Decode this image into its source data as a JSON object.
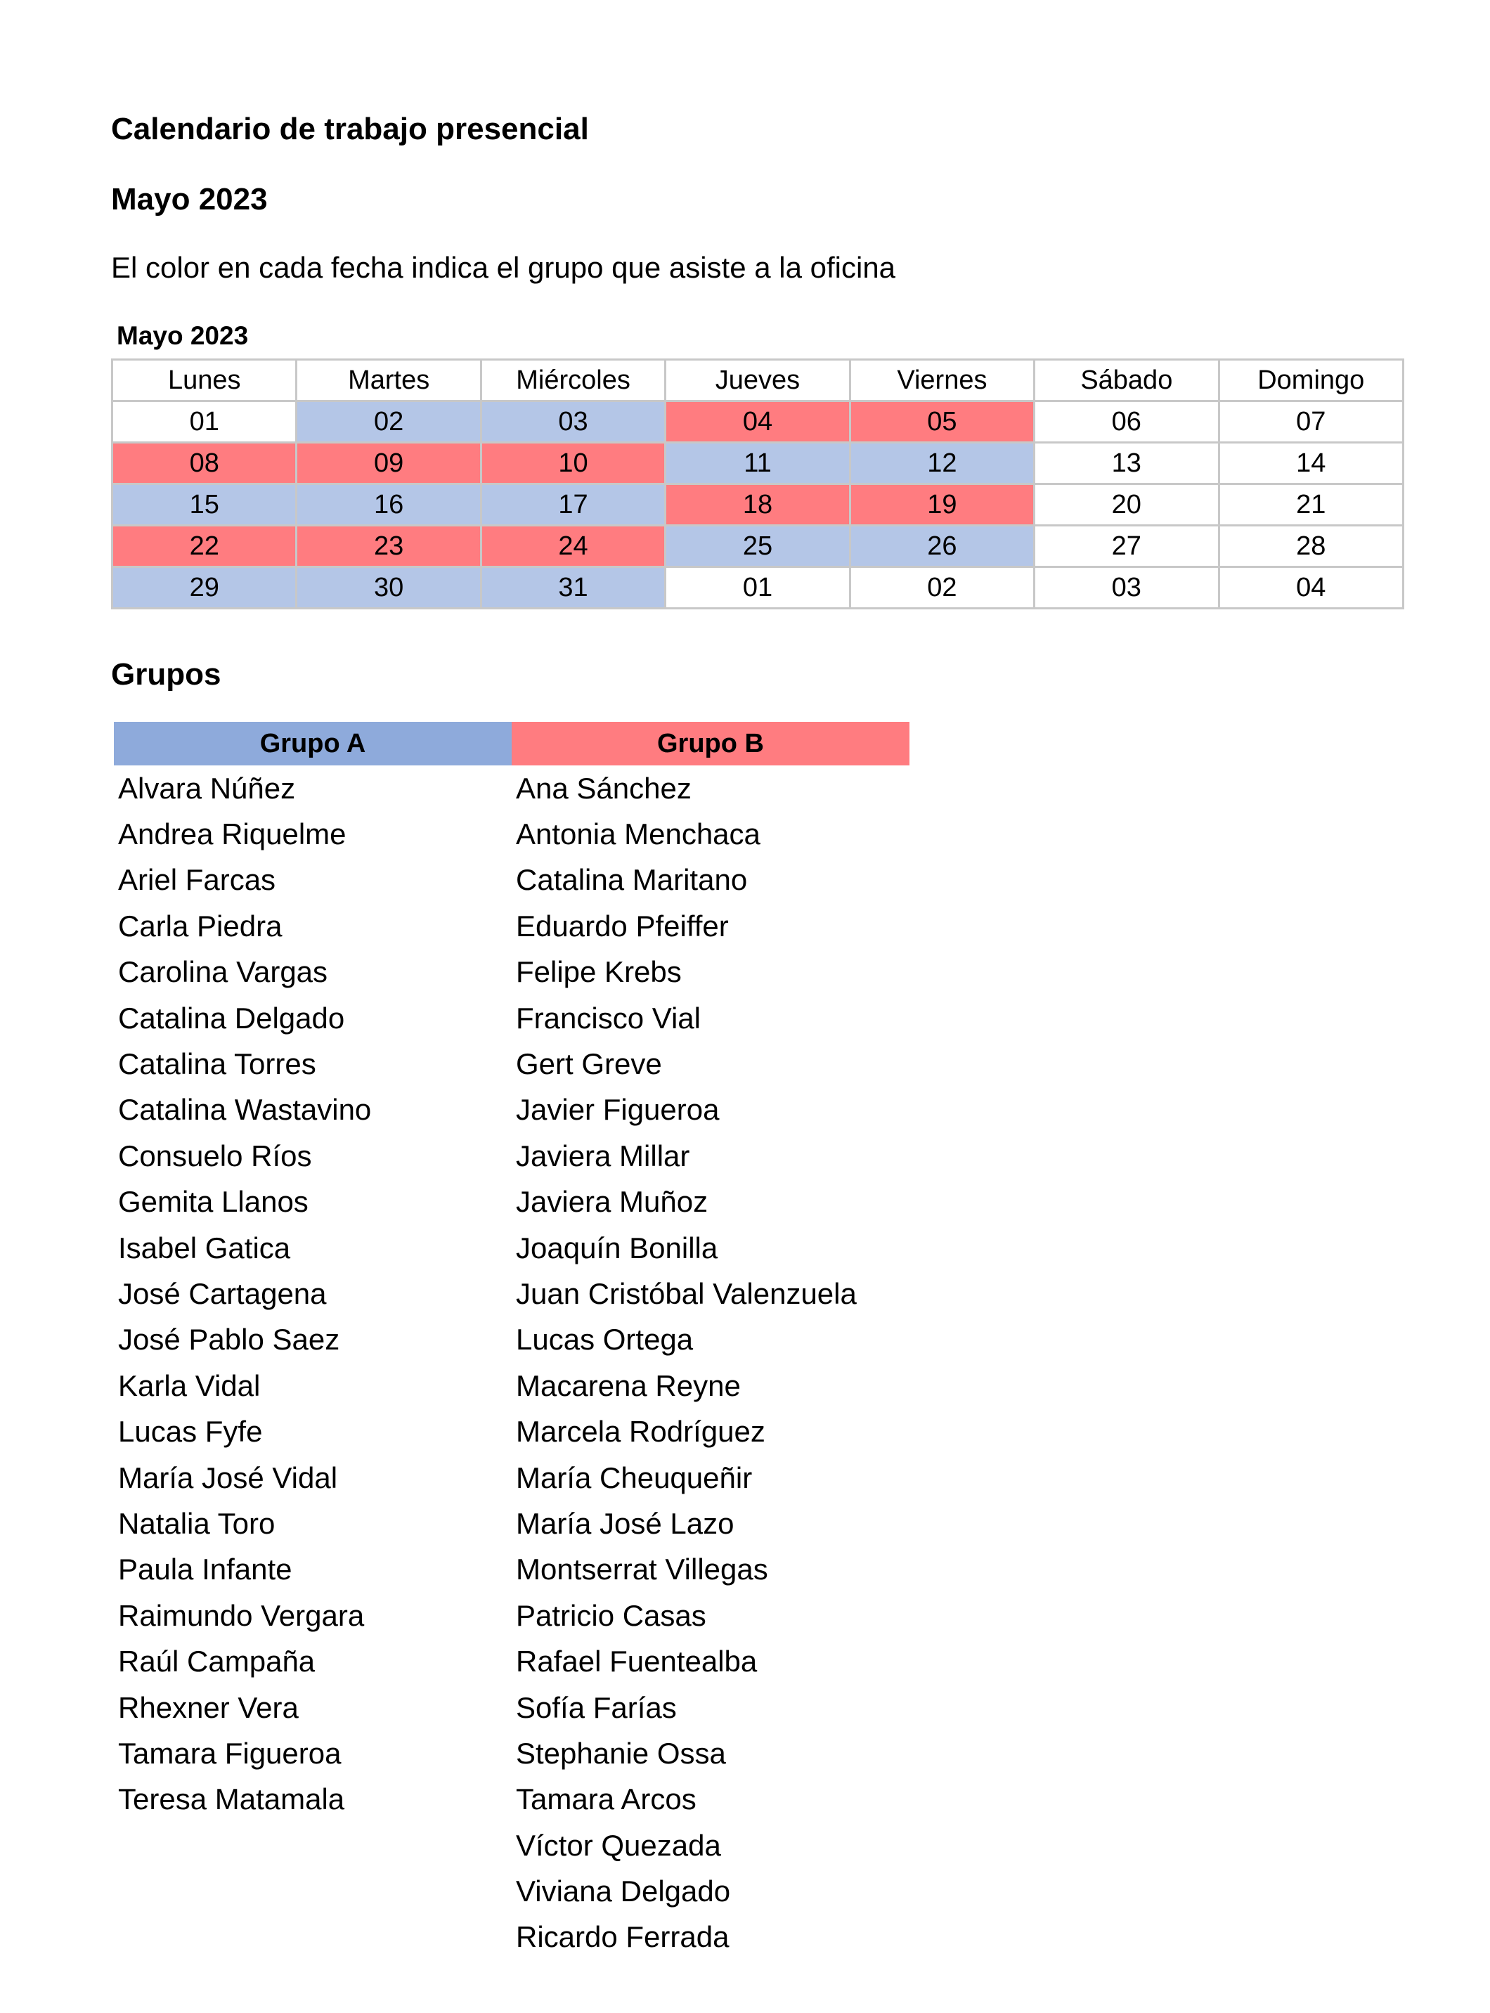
{
  "document": {
    "title": "Calendario de trabajo presencial",
    "month_heading": "Mayo 2023",
    "description": "El color en cada fecha indica el grupo que asiste a la oficina"
  },
  "calendar": {
    "caption": "Mayo 2023",
    "days": [
      "Lunes",
      "Martes",
      "Miércoles",
      "Jueves",
      "Viernes",
      "Sábado",
      "Domingo"
    ],
    "weeks": [
      [
        {
          "d": "01",
          "g": ""
        },
        {
          "d": "02",
          "g": "A"
        },
        {
          "d": "03",
          "g": "A"
        },
        {
          "d": "04",
          "g": "B"
        },
        {
          "d": "05",
          "g": "B"
        },
        {
          "d": "06",
          "g": ""
        },
        {
          "d": "07",
          "g": ""
        }
      ],
      [
        {
          "d": "08",
          "g": "B"
        },
        {
          "d": "09",
          "g": "B"
        },
        {
          "d": "10",
          "g": "B"
        },
        {
          "d": "11",
          "g": "A"
        },
        {
          "d": "12",
          "g": "A"
        },
        {
          "d": "13",
          "g": ""
        },
        {
          "d": "14",
          "g": ""
        }
      ],
      [
        {
          "d": "15",
          "g": "A"
        },
        {
          "d": "16",
          "g": "A"
        },
        {
          "d": "17",
          "g": "A"
        },
        {
          "d": "18",
          "g": "B"
        },
        {
          "d": "19",
          "g": "B"
        },
        {
          "d": "20",
          "g": ""
        },
        {
          "d": "21",
          "g": ""
        }
      ],
      [
        {
          "d": "22",
          "g": "B"
        },
        {
          "d": "23",
          "g": "B"
        },
        {
          "d": "24",
          "g": "B"
        },
        {
          "d": "25",
          "g": "A"
        },
        {
          "d": "26",
          "g": "A"
        },
        {
          "d": "27",
          "g": ""
        },
        {
          "d": "28",
          "g": ""
        }
      ],
      [
        {
          "d": "29",
          "g": "A"
        },
        {
          "d": "30",
          "g": "A"
        },
        {
          "d": "31",
          "g": "A"
        },
        {
          "d": "01",
          "g": ""
        },
        {
          "d": "02",
          "g": ""
        },
        {
          "d": "03",
          "g": ""
        },
        {
          "d": "04",
          "g": ""
        }
      ]
    ]
  },
  "groups": {
    "title": "Grupos",
    "group_a": {
      "label": "Grupo A",
      "members": [
        "Alvara Núñez",
        "Andrea Riquelme",
        "Ariel Farcas",
        "Carla Piedra",
        "Carolina Vargas",
        "Catalina Delgado",
        "Catalina Torres",
        "Catalina Wastavino",
        "Consuelo Ríos",
        "Gemita Llanos",
        "Isabel Gatica",
        "José Cartagena",
        "José Pablo Saez",
        "Karla Vidal",
        "Lucas Fyfe",
        "María José Vidal",
        "Natalia Toro",
        "Paula Infante",
        "Raimundo Vergara",
        "Raúl Campaña",
        "Rhexner Vera",
        "Tamara Figueroa",
        "Teresa Matamala"
      ]
    },
    "group_b": {
      "label": "Grupo B",
      "members": [
        "Ana Sánchez",
        "Antonia Menchaca",
        "Catalina Maritano",
        "Eduardo Pfeiffer",
        "Felipe Krebs",
        "Francisco Vial",
        "Gert Greve",
        "Javier Figueroa",
        "Javiera Millar",
        "Javiera Muñoz",
        "Joaquín Bonilla",
        "Juan Cristóbal Valenzuela",
        "Lucas Ortega",
        "Macarena Reyne",
        "Marcela Rodríguez",
        "María Cheuqueñir",
        "María José Lazo",
        "Montserrat Villegas",
        "Patricio Casas",
        "Rafael Fuentealba",
        "Sofía Farías",
        "Stephanie Ossa",
        "Tamara Arcos",
        "Víctor Quezada",
        "Viviana Delgado",
        "Ricardo Ferrada"
      ]
    }
  },
  "colors": {
    "group_a_cell": "#b4c6e7",
    "group_b_cell": "#ff7c80",
    "group_a_header": "#8eaadb",
    "group_b_header": "#ff7c80",
    "no_group": "#ffffff"
  }
}
